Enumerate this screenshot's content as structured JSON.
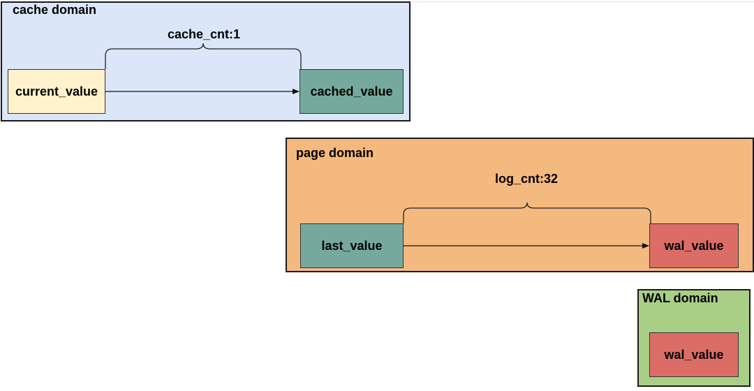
{
  "colors": {
    "cache_domain_fill": "#dbe6f8",
    "page_domain_fill": "#f4b97e",
    "wal_domain_fill": "#a8cf85",
    "current_value_fill": "#fff2cc",
    "cached_value_fill": "#76a99d",
    "last_value_fill": "#76a99d",
    "wal_value_fill": "#dc6d66"
  },
  "cache_domain": {
    "title": "cache domain",
    "brace_label": "cache_cnt:1",
    "source_node": "current_value",
    "target_node": "cached_value"
  },
  "page_domain": {
    "title": "page domain",
    "brace_label": "log_cnt:32",
    "source_node": "last_value",
    "target_node": "wal_value"
  },
  "wal_domain": {
    "title": "WAL domain",
    "node": "wal_value"
  }
}
